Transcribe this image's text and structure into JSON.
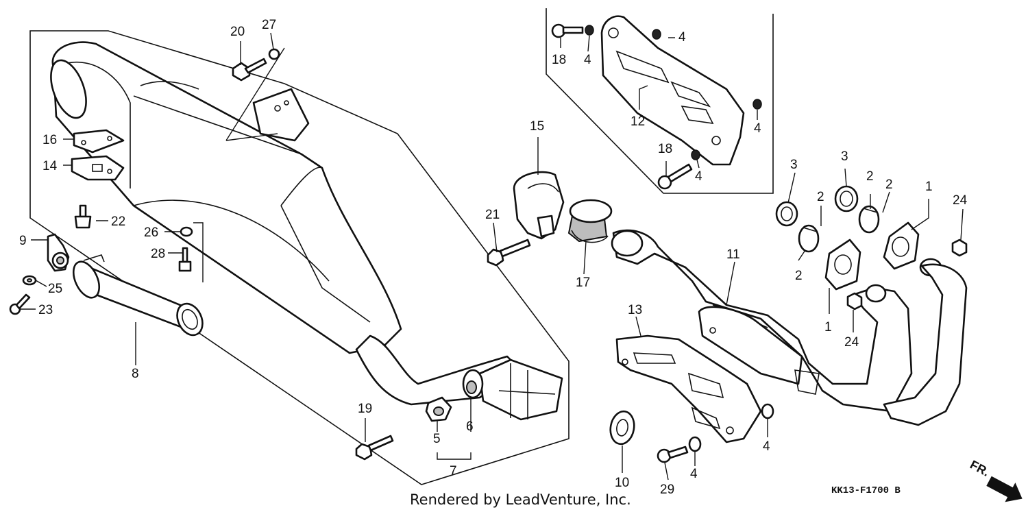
{
  "callouts": [
    {
      "id": "1",
      "label": "1"
    },
    {
      "id": "1b",
      "label": "1"
    },
    {
      "id": "2a",
      "label": "2"
    },
    {
      "id": "2b",
      "label": "2"
    },
    {
      "id": "2c",
      "label": "2"
    },
    {
      "id": "2d",
      "label": "2"
    },
    {
      "id": "3a",
      "label": "3"
    },
    {
      "id": "3b",
      "label": "3"
    },
    {
      "id": "4a",
      "label": "4"
    },
    {
      "id": "4b",
      "label": "4"
    },
    {
      "id": "4c",
      "label": "4"
    },
    {
      "id": "4d",
      "label": "4"
    },
    {
      "id": "4e",
      "label": "4"
    },
    {
      "id": "4f",
      "label": "4"
    },
    {
      "id": "5",
      "label": "5"
    },
    {
      "id": "6",
      "label": "6"
    },
    {
      "id": "7",
      "label": "7"
    },
    {
      "id": "8",
      "label": "8"
    },
    {
      "id": "9",
      "label": "9"
    },
    {
      "id": "10",
      "label": "10"
    },
    {
      "id": "11",
      "label": "11"
    },
    {
      "id": "12",
      "label": "12"
    },
    {
      "id": "13",
      "label": "13"
    },
    {
      "id": "14",
      "label": "14"
    },
    {
      "id": "15",
      "label": "15"
    },
    {
      "id": "16",
      "label": "16"
    },
    {
      "id": "17",
      "label": "17"
    },
    {
      "id": "18a",
      "label": "18"
    },
    {
      "id": "18b",
      "label": "18"
    },
    {
      "id": "19",
      "label": "19"
    },
    {
      "id": "20",
      "label": "20"
    },
    {
      "id": "21",
      "label": "21"
    },
    {
      "id": "22",
      "label": "22"
    },
    {
      "id": "23",
      "label": "23"
    },
    {
      "id": "24a",
      "label": "24"
    },
    {
      "id": "24b",
      "label": "24"
    },
    {
      "id": "25",
      "label": "25"
    },
    {
      "id": "26",
      "label": "26"
    },
    {
      "id": "27",
      "label": "27"
    },
    {
      "id": "28",
      "label": "28"
    },
    {
      "id": "29",
      "label": "29"
    }
  ],
  "footer": {
    "rendered_by": "Rendered by LeadVenture, Inc.",
    "diagram_code": "KK13-F1700 B",
    "direction_label": "FR."
  }
}
